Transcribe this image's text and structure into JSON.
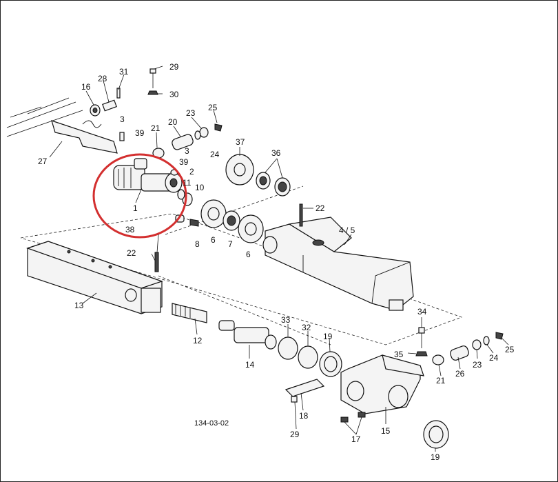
{
  "drawing_number": "134-03-02",
  "highlight_color": "#d32f2f",
  "callouts": {
    "c1": "1",
    "c2": "2",
    "c3a": "3",
    "c3b": "3",
    "c4_5": "4 / 5",
    "c6a": "6",
    "c6b": "6",
    "c7": "7",
    "c8": "8",
    "c10": "10",
    "c11": "11",
    "c12": "12",
    "c13": "13",
    "c14": "14",
    "c15": "15",
    "c16": "16",
    "c17": "17",
    "c18": "18",
    "c19a": "19",
    "c19b": "19",
    "c20": "20",
    "c21a": "21",
    "c21b": "21",
    "c22a": "22",
    "c22b": "22",
    "c23a": "23",
    "c23b": "23",
    "c24a": "24",
    "c24b": "24",
    "c25a": "25",
    "c25b": "25",
    "c26": "26",
    "c27": "27",
    "c28": "28",
    "c29a": "29",
    "c29b": "29",
    "c30": "30",
    "c31": "31",
    "c32": "32",
    "c33": "33",
    "c34": "34",
    "c35": "35",
    "c36": "36",
    "c37": "37",
    "c38": "38",
    "c39a": "39",
    "c39b": "39"
  }
}
